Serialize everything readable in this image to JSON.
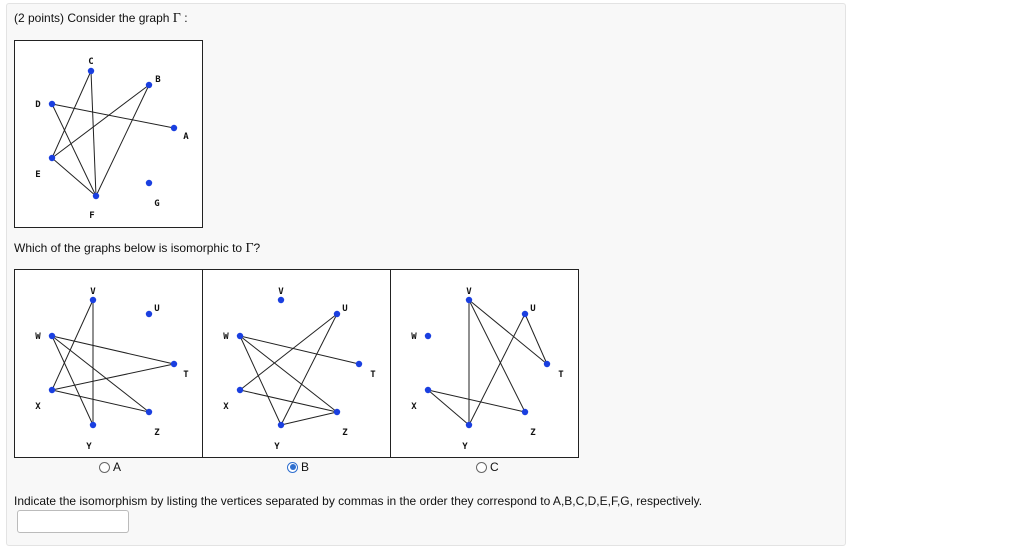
{
  "question": {
    "points_text": "(2 points) Consider the graph ",
    "gamma": "Γ",
    "colon": ":"
  },
  "main_graph": {
    "vertices": [
      {
        "label": "A"
      },
      {
        "label": "B"
      },
      {
        "label": "C"
      },
      {
        "label": "D"
      },
      {
        "label": "E"
      },
      {
        "label": "F"
      },
      {
        "label": "G"
      }
    ],
    "edges": [
      [
        "D",
        "A"
      ],
      [
        "D",
        "F"
      ],
      [
        "E",
        "C"
      ],
      [
        "E",
        "B"
      ],
      [
        "F",
        "B"
      ],
      [
        "C",
        "F"
      ],
      [
        "E",
        "F"
      ]
    ]
  },
  "iso_prompt": {
    "text": "Which of the graphs below is isomorphic to ",
    "gamma": "Γ",
    "q": "?"
  },
  "options": [
    {
      "label": "A",
      "selected": false,
      "vertices": [
        {
          "label": "V"
        },
        {
          "label": "U"
        },
        {
          "label": "T"
        },
        {
          "label": "Z"
        },
        {
          "label": "Y"
        },
        {
          "label": "X"
        },
        {
          "label": "W"
        }
      ],
      "edges": [
        [
          "W",
          "T"
        ],
        [
          "W",
          "Z"
        ],
        [
          "X",
          "V"
        ],
        [
          "X",
          "T"
        ],
        [
          "Y",
          "W"
        ],
        [
          "V",
          "Y"
        ],
        [
          "X",
          "Z"
        ]
      ]
    },
    {
      "label": "B",
      "selected": true,
      "vertices": [
        {
          "label": "V"
        },
        {
          "label": "U"
        },
        {
          "label": "T"
        },
        {
          "label": "Z"
        },
        {
          "label": "Y"
        },
        {
          "label": "X"
        },
        {
          "label": "W"
        }
      ],
      "edges": [
        [
          "W",
          "T"
        ],
        [
          "W",
          "Y"
        ],
        [
          "U",
          "Y"
        ],
        [
          "X",
          "U"
        ],
        [
          "X",
          "Z"
        ],
        [
          "W",
          "Z"
        ],
        [
          "Y",
          "Z"
        ]
      ]
    },
    {
      "label": "C",
      "selected": false,
      "vertices": [
        {
          "label": "V"
        },
        {
          "label": "U"
        },
        {
          "label": "T"
        },
        {
          "label": "Z"
        },
        {
          "label": "Y"
        },
        {
          "label": "X"
        },
        {
          "label": "W"
        }
      ],
      "edges": [
        [
          "V",
          "Y"
        ],
        [
          "V",
          "Z"
        ],
        [
          "V",
          "T"
        ],
        [
          "U",
          "T"
        ],
        [
          "U",
          "Y"
        ],
        [
          "X",
          "Z"
        ],
        [
          "X",
          "Y"
        ]
      ]
    }
  ],
  "isomorphism_prompt": "Indicate the isomorphism by listing the vertices separated by commas in the order they correspond to A,B,C,D,E,F,G, respectively.",
  "answer_input": {
    "value": ""
  },
  "colors": {
    "vertex": "#1a3fe0",
    "edge": "#222222"
  }
}
